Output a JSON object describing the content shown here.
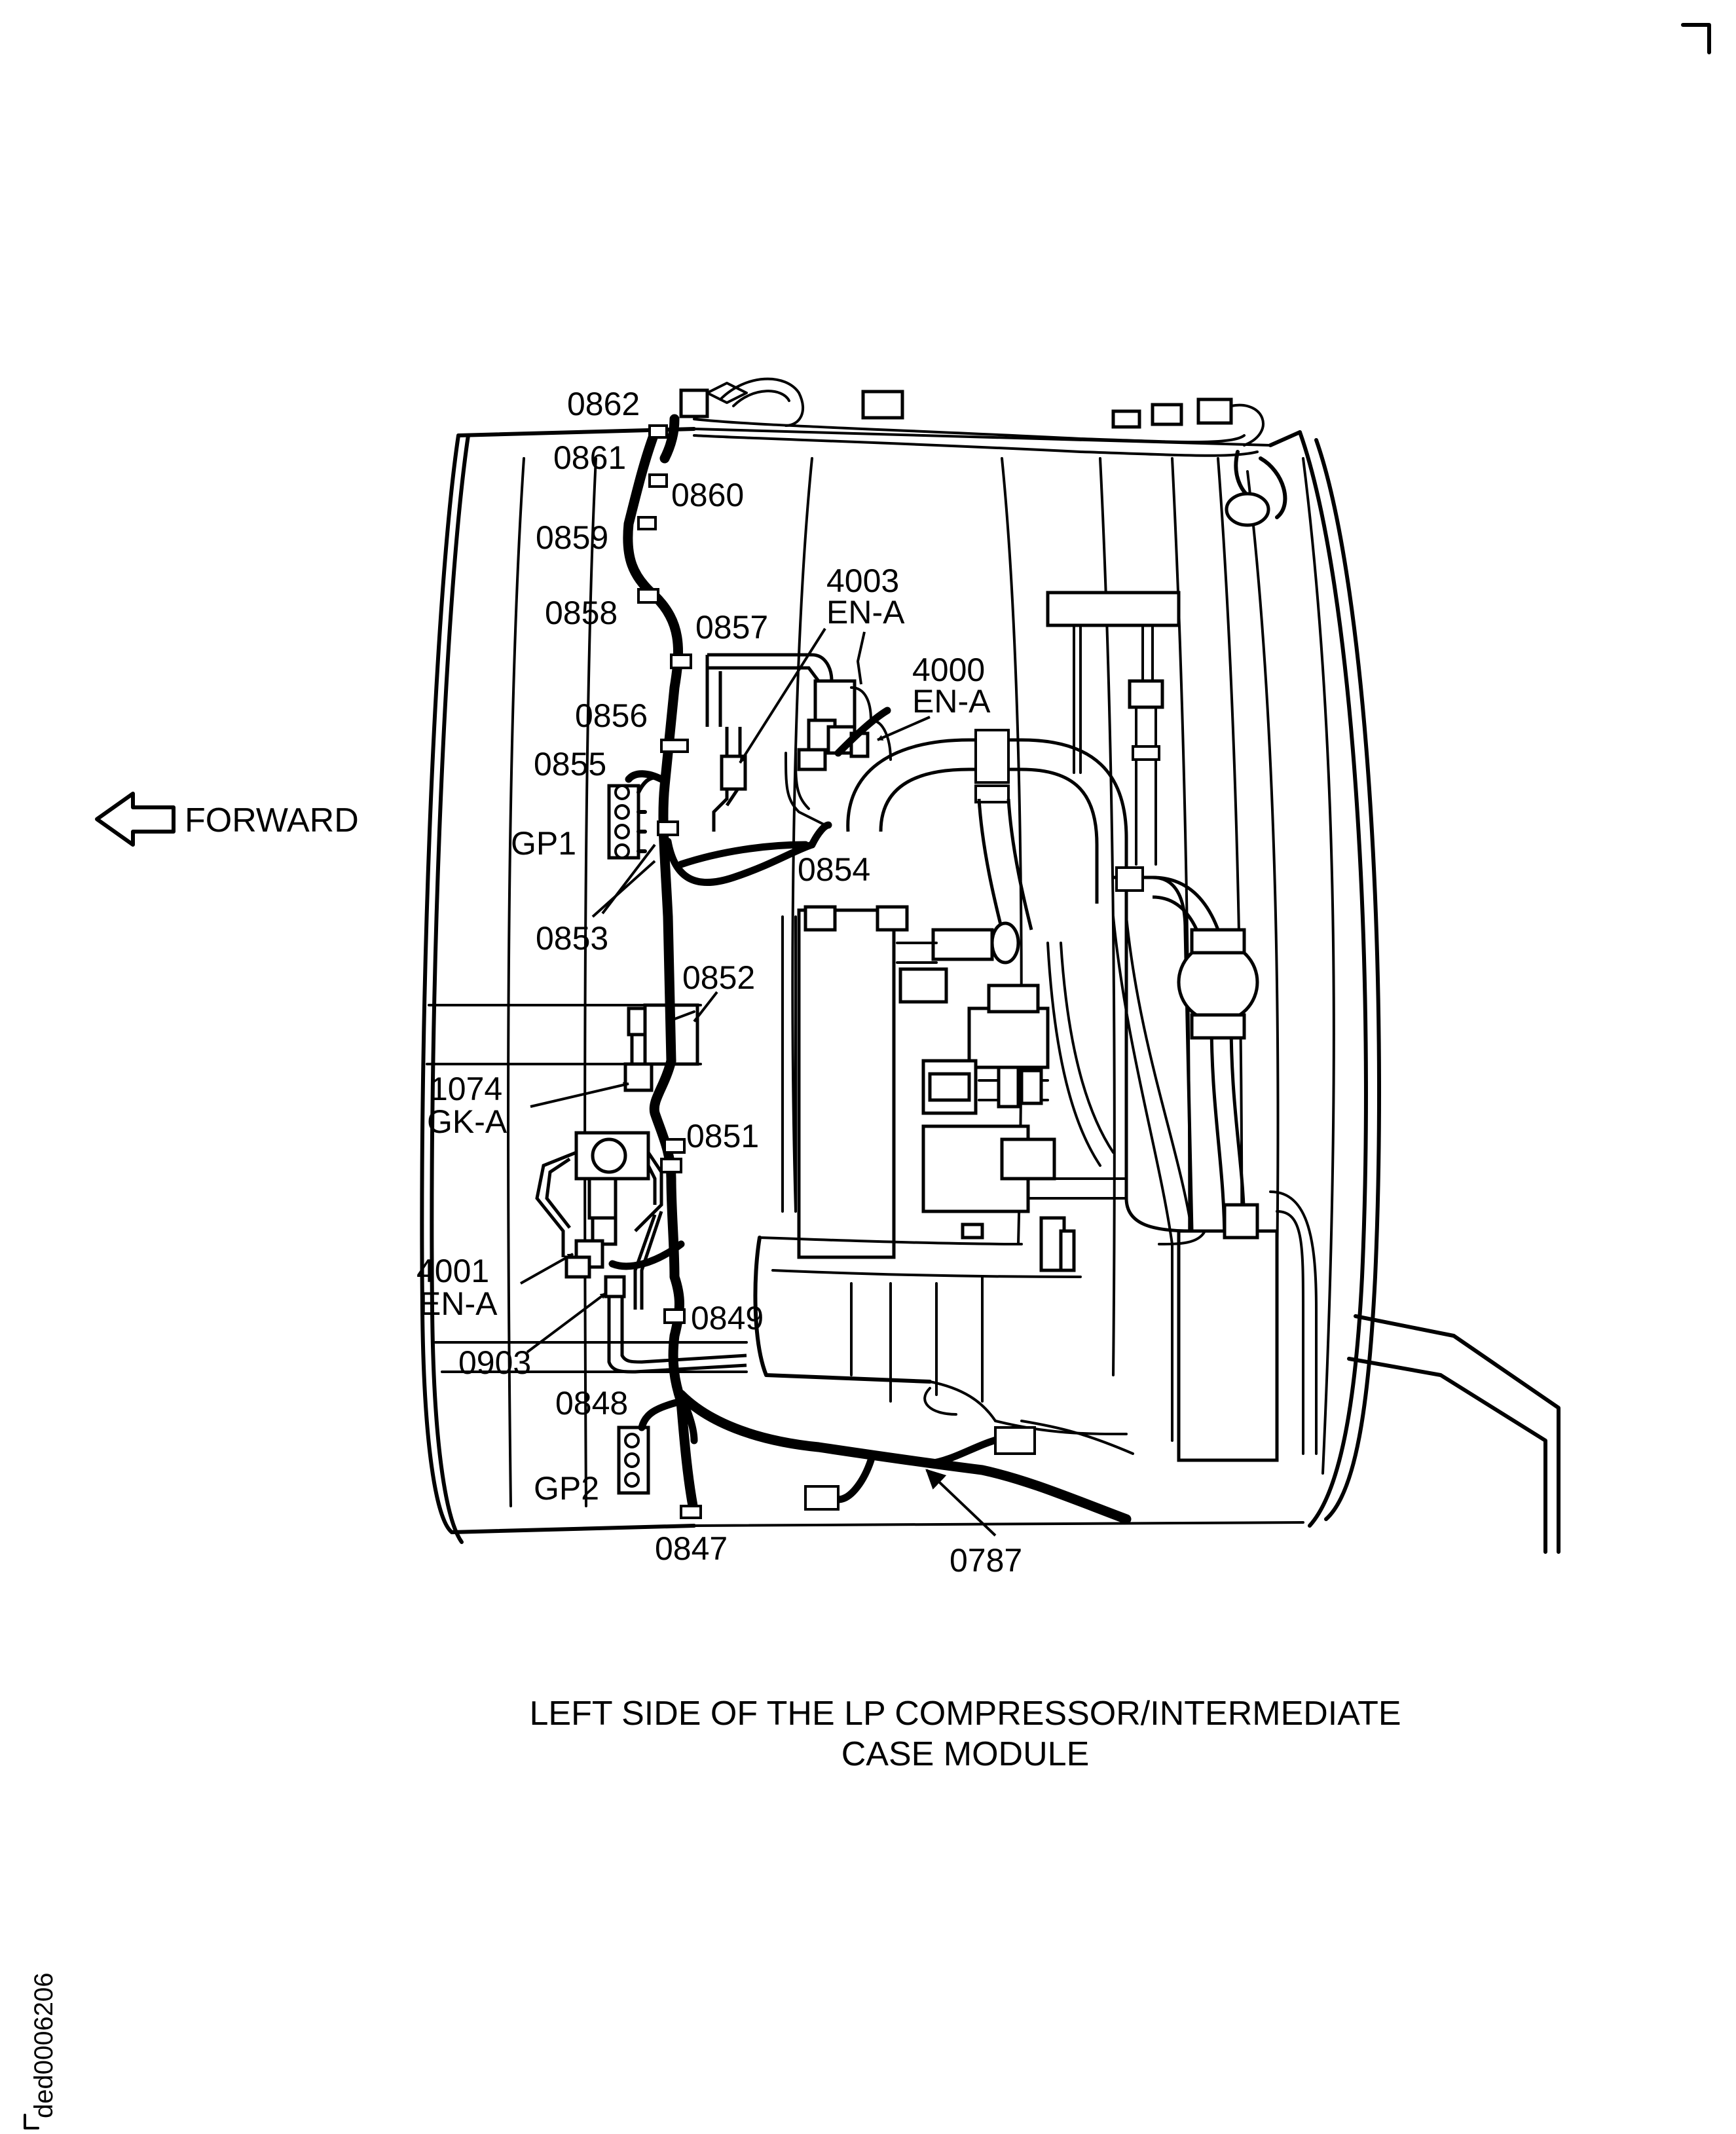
{
  "caption": {
    "line1": "LEFT  SIDE OF THE LP COMPRESSOR/INTERMEDIATE",
    "line2": "CASE MODULE"
  },
  "forward_label": "FORWARD",
  "document_id": "ded0006206",
  "callouts": {
    "c0862": "0862",
    "c0861": "0861",
    "c0860": "0860",
    "c0859": "0859",
    "c0858": "0858",
    "c0857": "0857",
    "c0856": "0856",
    "c0855": "0855",
    "c0854": "0854",
    "c0853": "0853",
    "c0852": "0852",
    "c0851": "0851",
    "c0849": "0849",
    "c0848": "0848",
    "c0847": "0847",
    "c0787": "0787",
    "c0903": "0903",
    "gp1": "GP1",
    "gp2": "GP2",
    "c4003": "4003",
    "c4003b": "EN-A",
    "c4000": "4000",
    "c4000b": "EN-A",
    "c1074": "1074",
    "c1074b": "GK-A",
    "c4001": "4001",
    "c4001b": "EN-A"
  }
}
